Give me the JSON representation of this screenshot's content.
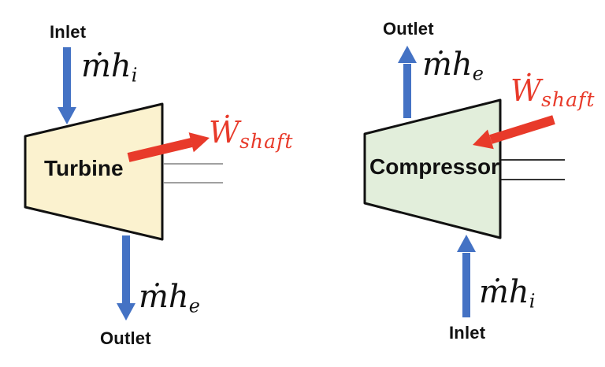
{
  "colors": {
    "blue": "#4472C4",
    "red": "#E83A2A",
    "outline": "#111111",
    "turbine_fill": "#FBF2CF",
    "compressor_fill": "#E2EEDB",
    "turbine_shaft_line": "#808080",
    "compressor_shaft_line": "#1A1A1A"
  },
  "turbine": {
    "title": "Turbine",
    "inlet_label": "Inlet",
    "outlet_label": "Outlet",
    "inlet_flow_main": "ṁh",
    "inlet_flow_sub": "i",
    "outlet_flow_main": "ṁh",
    "outlet_flow_sub": "e",
    "work_main": "Ẇ",
    "work_sub": "shaft"
  },
  "compressor": {
    "title": "Compressor",
    "inlet_label": "Inlet",
    "outlet_label": "Outlet",
    "inlet_flow_main": "ṁh",
    "inlet_flow_sub": "i",
    "outlet_flow_main": "ṁh",
    "outlet_flow_sub": "e",
    "work_main": "Ẇ",
    "work_sub": "shaft"
  }
}
